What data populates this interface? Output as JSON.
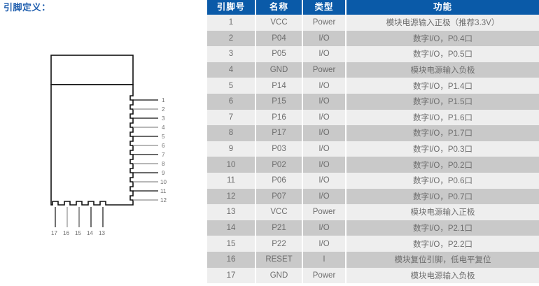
{
  "section": {
    "title": "引脚定义："
  },
  "diagram": {
    "name": "module-pinout-drawing",
    "right_pin_numbers": [
      "1",
      "2",
      "3",
      "4",
      "5",
      "6",
      "7",
      "8",
      "9",
      "10",
      "11",
      "12"
    ],
    "bottom_pin_numbers": [
      "17",
      "16",
      "15",
      "14",
      "13"
    ]
  },
  "table": {
    "headers": [
      "引脚号",
      "名称",
      "类型",
      "功能"
    ],
    "header_bg": "#0a5aa8",
    "header_fg": "#ffffff",
    "row_bg_odd": "#eeeeee",
    "row_bg_even": "#c9c9c9",
    "text_color": "#6d6d6d",
    "rows": [
      {
        "no": "1",
        "name": "VCC",
        "type": "Power",
        "func": "模块电源输入正极（推荐3.3V）"
      },
      {
        "no": "2",
        "name": "P04",
        "type": "I/O",
        "func": "数字I/O，P0.4口"
      },
      {
        "no": "3",
        "name": "P05",
        "type": "I/O",
        "func": "数字I/O，P0.5口"
      },
      {
        "no": "4",
        "name": "GND",
        "type": "Power",
        "func": "模块电源输入负极"
      },
      {
        "no": "5",
        "name": "P14",
        "type": "I/O",
        "func": "数字I/O，P1.4口"
      },
      {
        "no": "6",
        "name": "P15",
        "type": "I/O",
        "func": "数字I/O，P1.5口"
      },
      {
        "no": "7",
        "name": "P16",
        "type": "I/O",
        "func": "数字I/O，P1.6口"
      },
      {
        "no": "8",
        "name": "P17",
        "type": "I/O",
        "func": "数字I/O，P1.7口"
      },
      {
        "no": "9",
        "name": "P03",
        "type": "I/O",
        "func": "数字I/O，P0.3口"
      },
      {
        "no": "10",
        "name": "P02",
        "type": "I/O",
        "func": "数字I/O，P0.2口"
      },
      {
        "no": "11",
        "name": "P06",
        "type": "I/O",
        "func": "数字I/O，P0.6口"
      },
      {
        "no": "12",
        "name": "P07",
        "type": "I/O",
        "func": "数字I/O，P0.7口"
      },
      {
        "no": "13",
        "name": "VCC",
        "type": "Power",
        "func": "模块电源输入正极"
      },
      {
        "no": "14",
        "name": "P21",
        "type": "I/O",
        "func": "数字I/O，P2.1口"
      },
      {
        "no": "15",
        "name": "P22",
        "type": "I/O",
        "func": "数字I/O，P2.2口"
      },
      {
        "no": "16",
        "name": "RESET",
        "type": "I",
        "func": "模块复位引脚，低电平复位"
      },
      {
        "no": "17",
        "name": "GND",
        "type": "Power",
        "func": "模块电源输入负极"
      }
    ]
  }
}
